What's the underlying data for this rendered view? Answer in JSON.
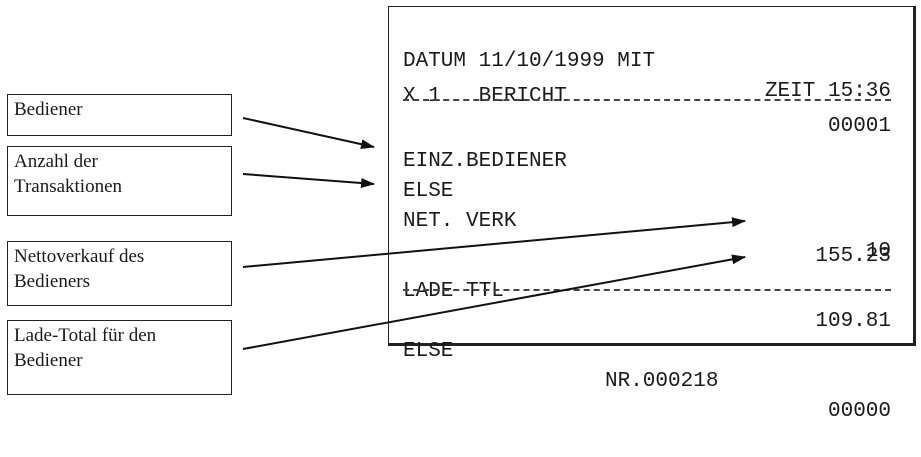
{
  "labels": {
    "operator": "Bediener",
    "transaction_count": "Anzahl der\nTransaktionen",
    "operator_net_sales": "Nettoverkauf des\nBedieners",
    "operator_drawer_total": "Lade-Total für den\nBediener"
  },
  "receipt": {
    "date_label": "DATUM",
    "date": "11/10/1999",
    "weekday": "MIT",
    "time_label": "ZEIT",
    "time": "15:36",
    "report_type": "X 1",
    "report_name": "BERICHT",
    "report_number": "00001",
    "section_title": "EINZ.BEDIENER",
    "operator_name": "ELSE",
    "net_sales_label": "NET. VERK",
    "transaction_count": "10",
    "net_sales_amount": "155.23",
    "drawer_total_label": "LADE TTL",
    "drawer_total_amount": "109.81",
    "footer_operator": "ELSE",
    "footer_serial": "NR.000218",
    "footer_counter": "00000"
  }
}
